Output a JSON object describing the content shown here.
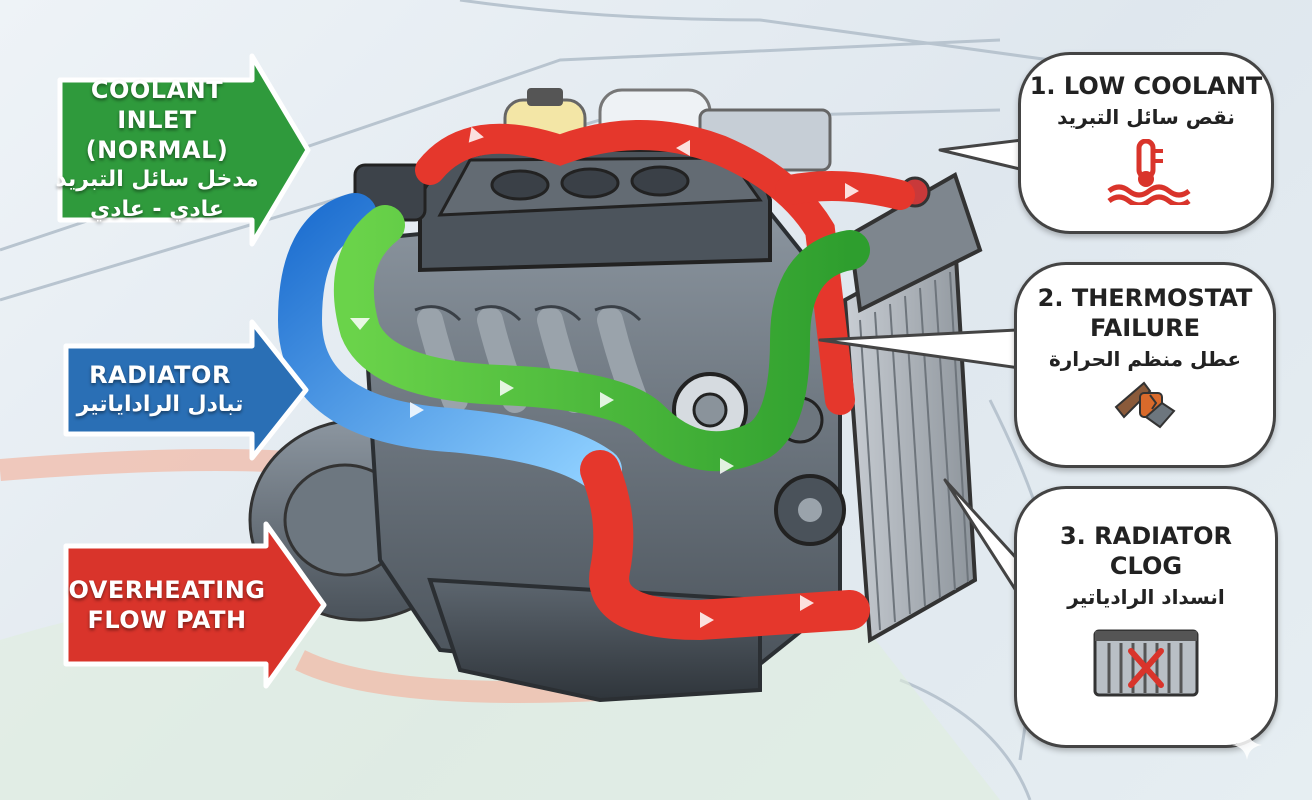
{
  "labels": {
    "coolant_inlet": {
      "en_line1": "COOLANT INLET",
      "en_line2": "(NORMAL)",
      "ar_line1": "مدخل سائل التبريد",
      "ar_line2": "عادي - عادي",
      "color": "#2f9a3c"
    },
    "radiator": {
      "en": "RADIATOR",
      "ar": "تبادل الراداياتير",
      "color": "#2a6fb5"
    },
    "overheating": {
      "en_line1": "OVERHEATING",
      "en_line2": "FLOW PATH",
      "color": "#d9342b"
    }
  },
  "callouts": [
    {
      "en_line1": "1. LOW COOLANT",
      "en_line2": "",
      "ar": "نقص سائل التبريد",
      "icon": "low-coolant-temperature-icon"
    },
    {
      "en_line1": "2. THERMOSTAT",
      "en_line2": "FAILURE",
      "ar": "عطل منظم الحرارة",
      "icon": "broken-thermostat-icon"
    },
    {
      "en_line1": "3. RADIATOR",
      "en_line2": "CLOG",
      "ar": "انسداد الرادياتير",
      "icon": "clogged-radiator-icon"
    }
  ],
  "colors": {
    "normal_flow": "#4cbf3a",
    "radiator_flow": "#2d7fd6",
    "overheat_flow": "#e5372c",
    "alert_icon": "#d9342b"
  }
}
